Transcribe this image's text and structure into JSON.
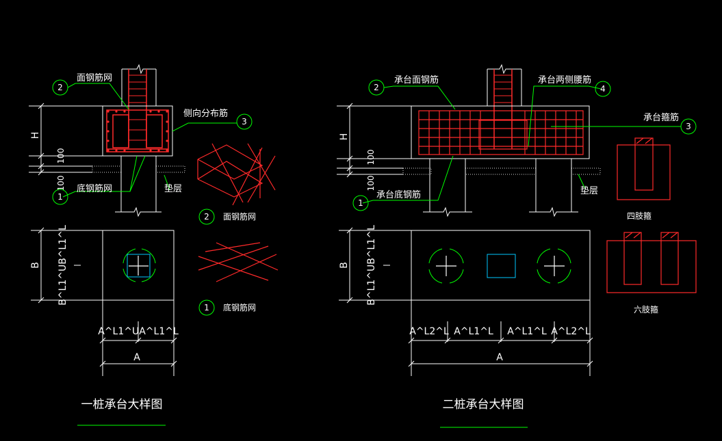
{
  "colors": {
    "background": "#000000",
    "outline": "#ffffff",
    "rebar": "#ff2a2a",
    "leader": "#00ff00",
    "dimension": "#ffffff",
    "pile_cap_center": "#00c8ff",
    "concrete_pad": "#d8d8d8"
  },
  "one_pile": {
    "title": "一桩承台大样图",
    "top_rebar_mesh": "面钢筋网",
    "side_distribution_rebar": "侧向分布筋",
    "bottom_rebar_mesh": "底钢筋网",
    "cushion": "垫层",
    "dim_h": "H",
    "dim_100_a": "100",
    "dim_100_b": "100",
    "dim_b": "B",
    "dim_b_split": "B^L1^UB^L1^L",
    "dim_a_split": "A^L1^UA^L1^L",
    "dim_a": "A",
    "bubble_1": "1",
    "bubble_2": "2",
    "bubble_3": "3",
    "legend_top": {
      "bubble": "2",
      "label": "面钢筋网"
    },
    "legend_bottom": {
      "bubble": "1",
      "label": "底钢筋网"
    }
  },
  "two_pile": {
    "title": "二桩承台大样图",
    "cap_top_rebar": "承台面钢筋",
    "cap_side_waist_rebar": "承台两侧腰筋",
    "cap_stirrup": "承台箍筋",
    "cap_bottom_rebar": "承台底钢筋",
    "cushion": "垫层",
    "dim_h": "H",
    "dim_100_a": "100",
    "dim_100_b": "100",
    "dim_b": "B",
    "dim_b_split": "B^L1^UB^L1^L",
    "dim_a_l2_left": "A^L2^L",
    "dim_a_l1_left": "A^L1^L",
    "dim_a_l1_right": "A^L1^L",
    "dim_a_l2_right": "A^L2^L",
    "dim_a": "A",
    "bubble_1": "1",
    "bubble_2": "2",
    "bubble_3": "3",
    "bubble_4": "4",
    "four_leg_stirrup": "四肢箍",
    "six_leg_stirrup": "六肢箍"
  }
}
